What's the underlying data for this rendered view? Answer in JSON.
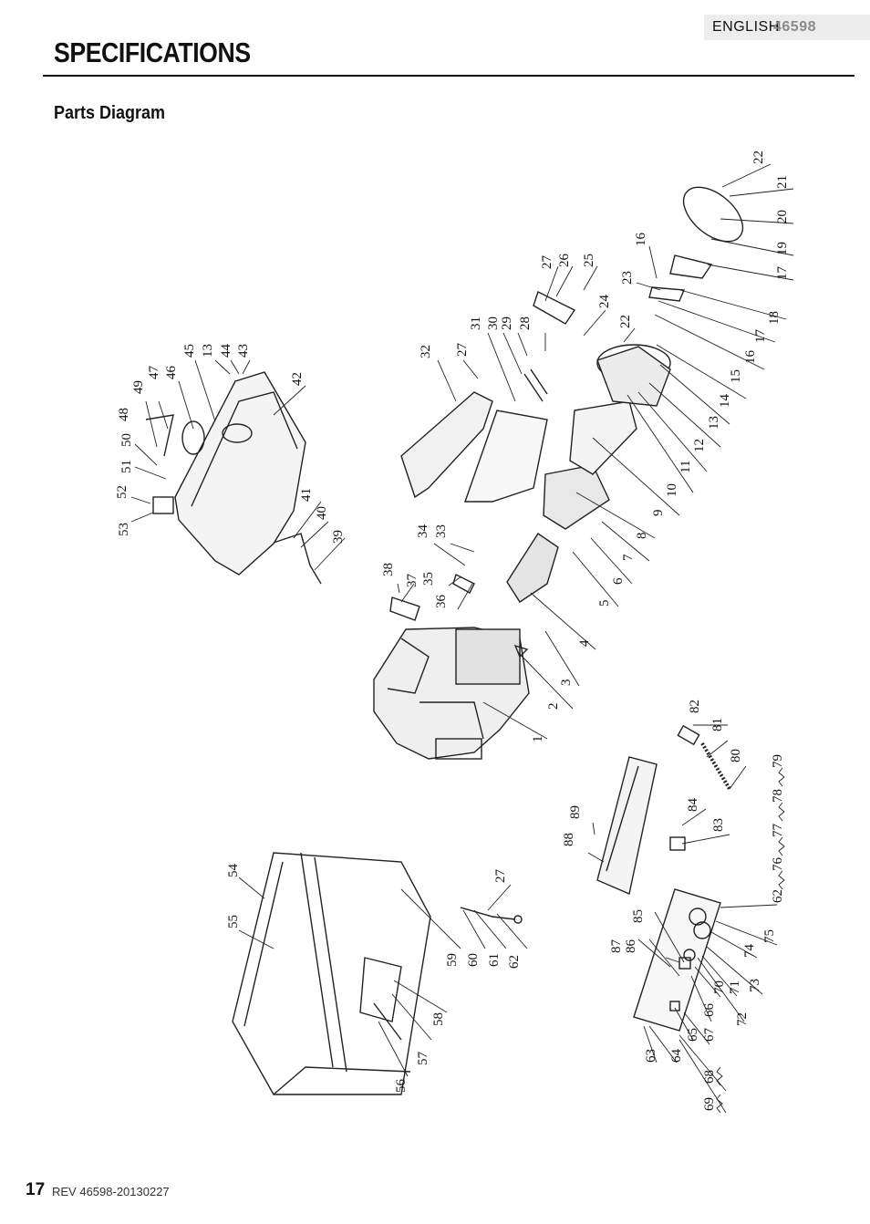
{
  "header": {
    "language": "ENGLISH",
    "model": "46598"
  },
  "page_title": "SPECIFICATIONS",
  "section_title": "Parts Diagram",
  "footer": {
    "page_number": "17",
    "revision": "REV 46598-20130227"
  },
  "part_numbers": [
    "1",
    "2",
    "3",
    "4",
    "5",
    "6",
    "7",
    "8",
    "9",
    "10",
    "11",
    "12",
    "13",
    "14",
    "15",
    "16",
    "17",
    "18",
    "19",
    "20",
    "21",
    "22",
    "23",
    "24",
    "25",
    "26",
    "27",
    "28",
    "29",
    "30",
    "31",
    "32",
    "33",
    "34",
    "35",
    "36",
    "37",
    "38",
    "39",
    "40",
    "41",
    "42",
    "43",
    "44",
    "45",
    "46",
    "47",
    "48",
    "49",
    "50",
    "51",
    "52",
    "53",
    "54",
    "55",
    "56",
    "57",
    "58",
    "59",
    "60",
    "61",
    "62",
    "63",
    "64",
    "65",
    "66",
    "67",
    "68",
    "69",
    "70",
    "71",
    "72",
    "73",
    "74",
    "75",
    "76",
    "77",
    "78",
    "79",
    "80",
    "81",
    "82",
    "83",
    "84",
    "85",
    "86",
    "87",
    "88",
    "89"
  ]
}
